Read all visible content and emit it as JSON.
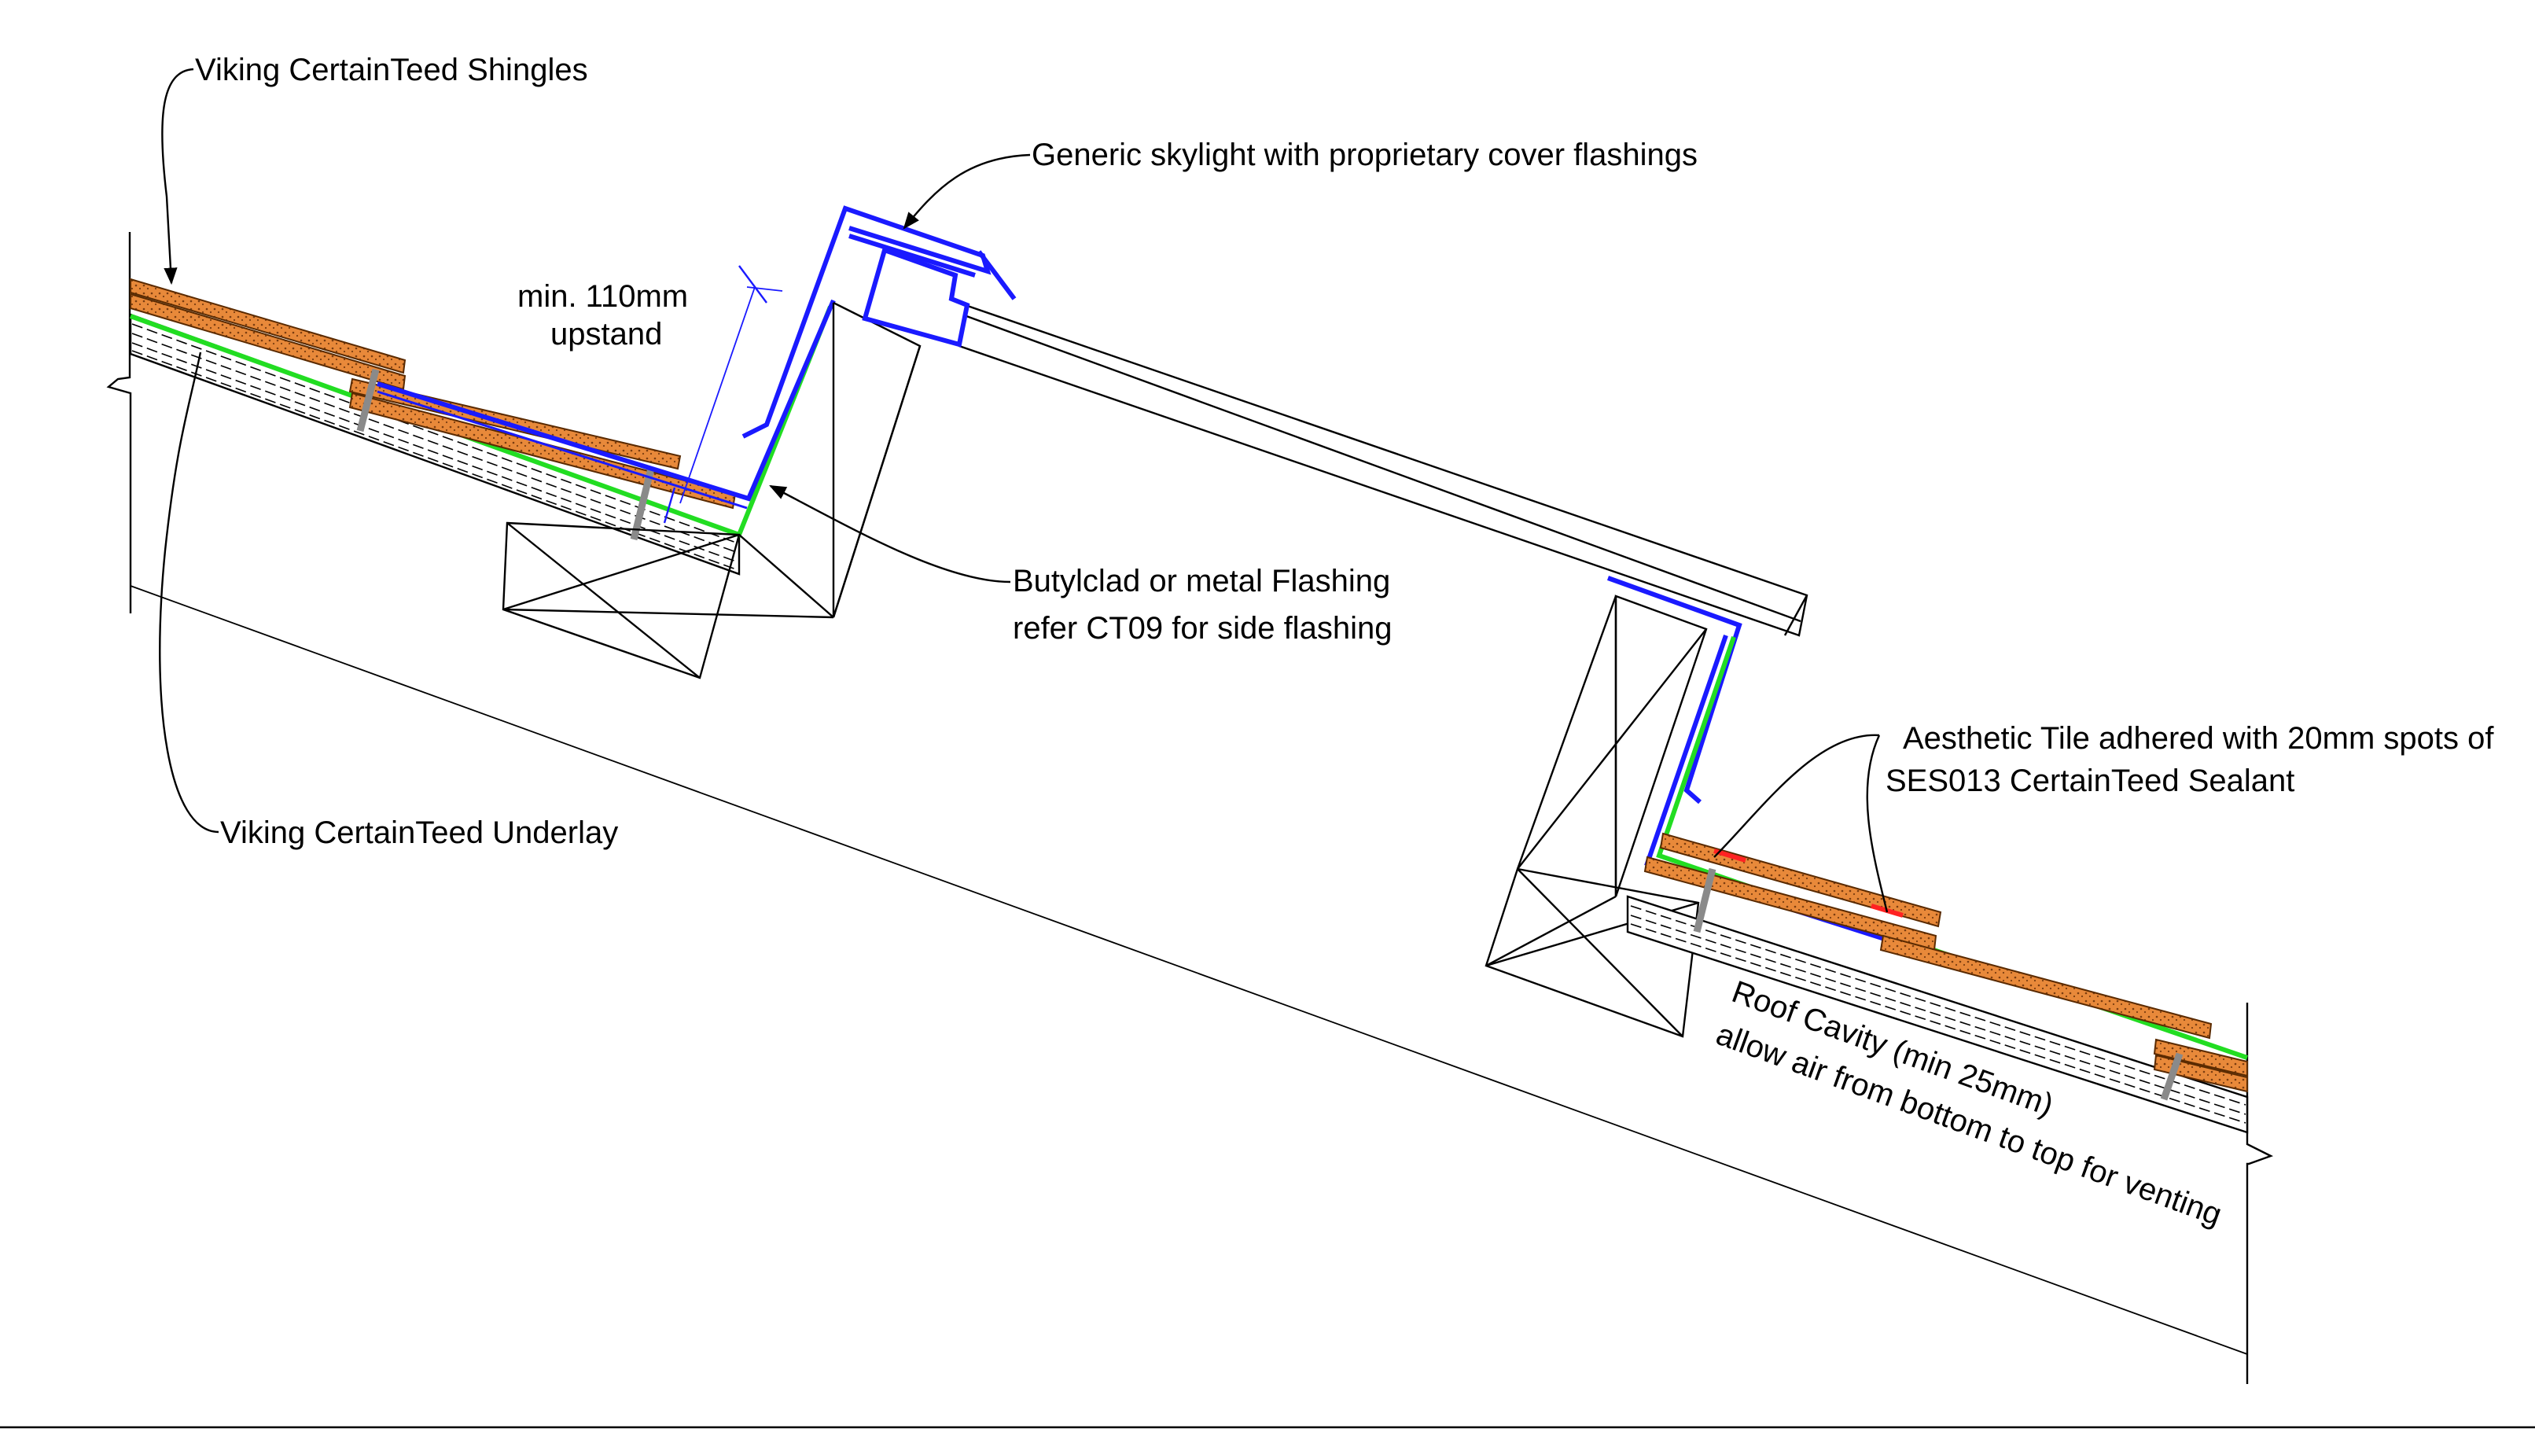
{
  "labels": {
    "shingles": "Viking CertainTeed Shingles",
    "skylight": "Generic skylight with proprietary cover flashings",
    "upstand_line1": "min. 110mm",
    "upstand_line2": "upstand",
    "flashing_line1": "Butylclad or metal Flashing",
    "flashing_line2": "refer CT09 for side flashing",
    "underlay": "Viking CertainTeed Underlay",
    "tile_line1": "Aesthetic Tile adhered with 20mm spots of",
    "tile_line2": "SES013 CertainTeed Sealant",
    "cavity_line1": "Roof Cavity (min 25mm)",
    "cavity_line2": "allow air from bottom to top for venting"
  },
  "colors": {
    "line": "#000000",
    "flashing": "#1a1aff",
    "underlay": "#22dd22",
    "shingle_fill": "#e8893a",
    "shingle_stroke": "#5a2a00",
    "sealant": "#ff2222",
    "fixing": "#8a8a8a",
    "background": "#ffffff"
  }
}
